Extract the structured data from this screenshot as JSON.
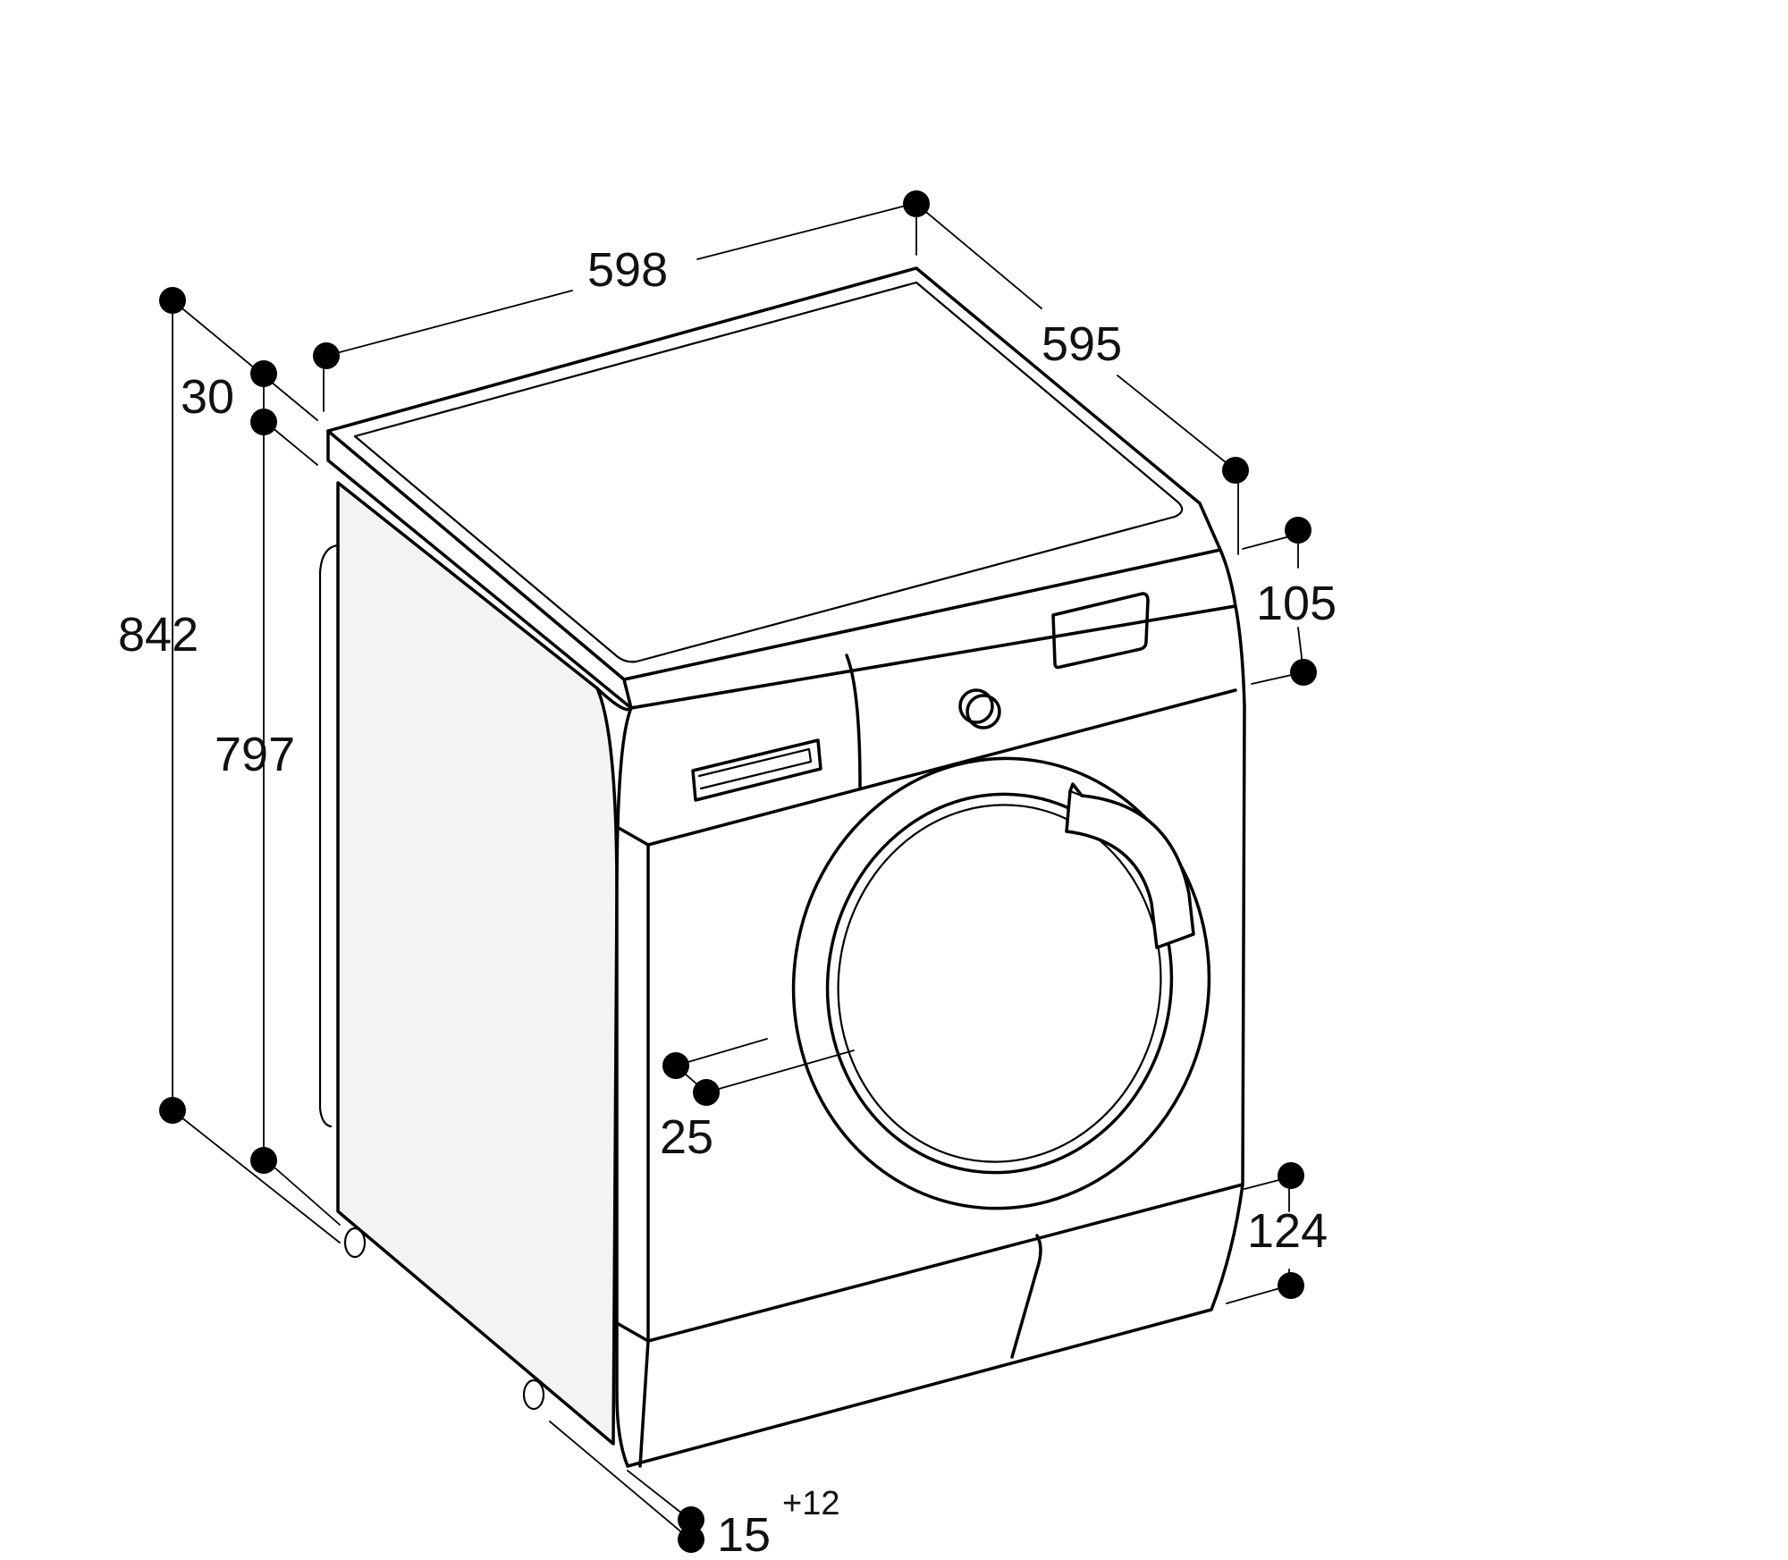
{
  "dimensions": {
    "width": "598",
    "depth": "595",
    "top_thickness": "30",
    "total_height": "842",
    "body_height": "797",
    "control_panel_height": "105",
    "plinth_height": "124",
    "door_offset": "25",
    "foot_height": "15",
    "foot_adjustment": "+12"
  }
}
